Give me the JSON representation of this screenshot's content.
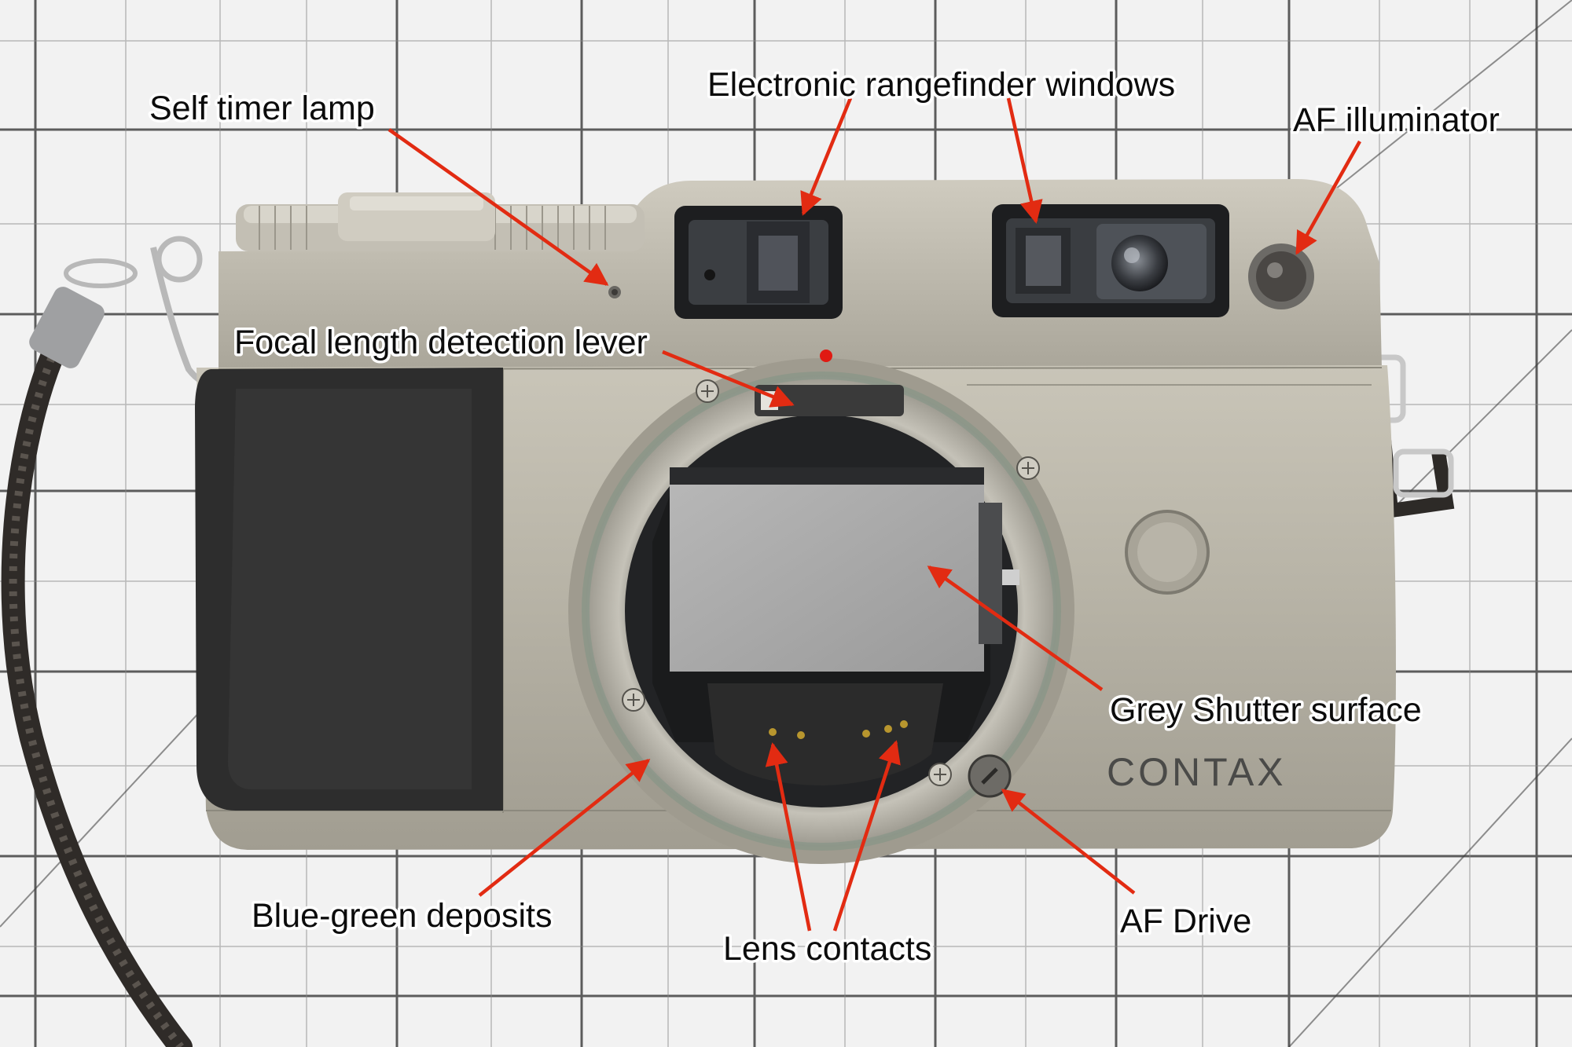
{
  "brand": {
    "logo_text": "CONTAX"
  },
  "callouts": {
    "self_timer_lamp": "Self timer lamp",
    "rangefinder_windows": "Electronic rangefinder windows",
    "af_illuminator": "AF illuminator",
    "focal_length_lever": "Focal length detection lever",
    "grey_shutter_surface": "Grey Shutter surface",
    "blue_green_deposits": "Blue-green deposits",
    "lens_contacts": "Lens contacts",
    "af_drive": "AF Drive"
  },
  "colors": {
    "arrow": "#e22b12",
    "label_text": "#0c0c0c",
    "camera_body": "#b3afa2",
    "grip": "#2e2e2e",
    "shutter": "#a9a9a9",
    "mount_index_dot": "#e01a12",
    "background_paper": "#f1f1f1",
    "grid_lines": "#2a2a2a"
  }
}
